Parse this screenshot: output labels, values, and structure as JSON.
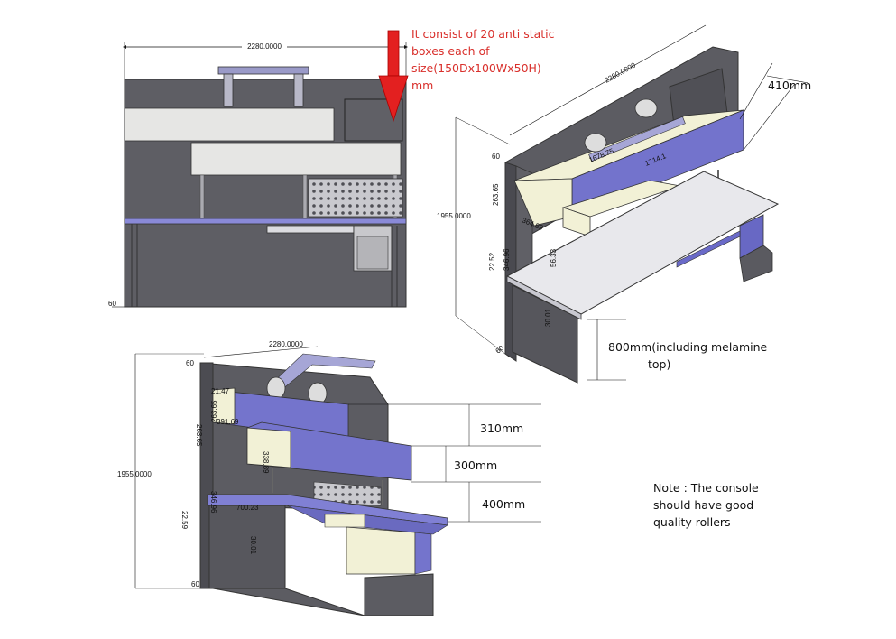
{
  "notes": {
    "anti_static": "It consist of 20 anti static boxes each of size(150Dx100Wx50H) mm",
    "depth_410": "410mm",
    "height_800_line1": "800mm(including melamine",
    "height_800_line2": "top)",
    "gap_310": "310mm",
    "gap_300": "300mm",
    "gap_400": "400mm",
    "console_note": "Note : The console should have good quality rollers"
  },
  "dimensions": {
    "front_width": "2280.0000",
    "front_base": "60",
    "iso_width": "2280.0000",
    "iso_height": "1955.0000",
    "iso_top_offset": "60",
    "iso_shelf1_h": "263.65",
    "iso_shelf_gap": "346.96",
    "iso_bottom_gap": "22.52",
    "iso_len_a": "1678.75",
    "iso_len_b": "1714.1",
    "iso_shelf_d": "364.89",
    "iso_small": "56.33",
    "iso_drawer": "30.01",
    "iso_base": "60",
    "low_width": "2280.0000",
    "low_height": "1955.0000",
    "low_top_offset": "60",
    "low_shelf1_h": "263.65",
    "low_shelf1_w": "21.47",
    "low_shelf1_d": "263.65",
    "low_shelf2_w": "391.69",
    "low_shelf2_h": "338.89",
    "low_shelf_gap": "346.96",
    "low_bottom_gap": "22.59",
    "low_desk_d": "700.23",
    "low_drawer": "30.01",
    "low_base": "60"
  },
  "colors": {
    "panel_dark": "#58585e",
    "panel_mid": "#67676d",
    "shelf_blue": "#7474cc",
    "shelf_cream": "#f4f3d6",
    "desk_top": "#e9e9ee",
    "arrow_red": "#e32020"
  }
}
